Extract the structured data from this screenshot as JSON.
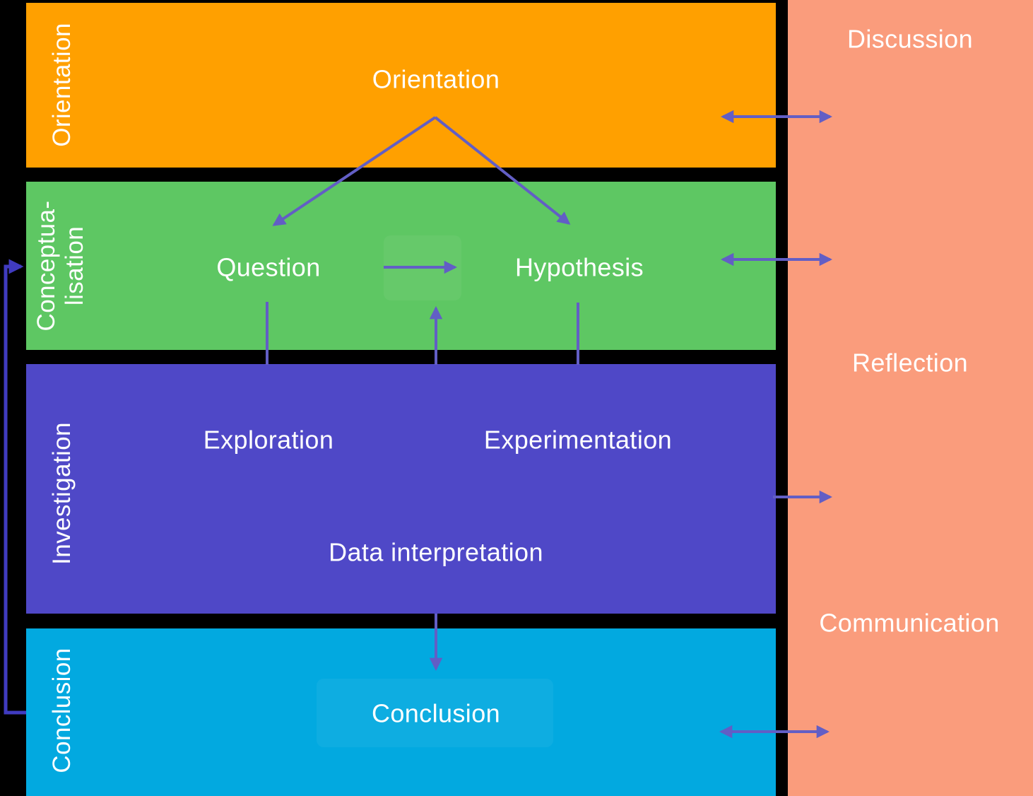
{
  "colors": {
    "background": "#000000",
    "orientation_band": "#FFA000",
    "conceptualisation_band": "#5EC763",
    "investigation_band": "#4F48C7",
    "conclusion_band": "#02A9E0",
    "side_panel": "#FA9C7C",
    "arrow": "#625EC5",
    "loop_arrow": "#403BC0",
    "label_text": "#FFFFFF"
  },
  "phase_labels": {
    "orientation": "Orientation",
    "conceptualisation_line1": "Conceptua-",
    "conceptualisation_line2": "lisation",
    "investigation": "Investigation",
    "conclusion": "Conclusion"
  },
  "stage_nodes": {
    "orientation": "Orientation",
    "question": "Question",
    "hypothesis": "Hypothesis",
    "exploration": "Exploration",
    "experimentation": "Experimentation",
    "data_interpretation": "Data interpretation",
    "conclusion": "Conclusion"
  },
  "side_panel": {
    "discussion": "Discussion",
    "reflection": "Reflection",
    "communication": "Communication"
  }
}
